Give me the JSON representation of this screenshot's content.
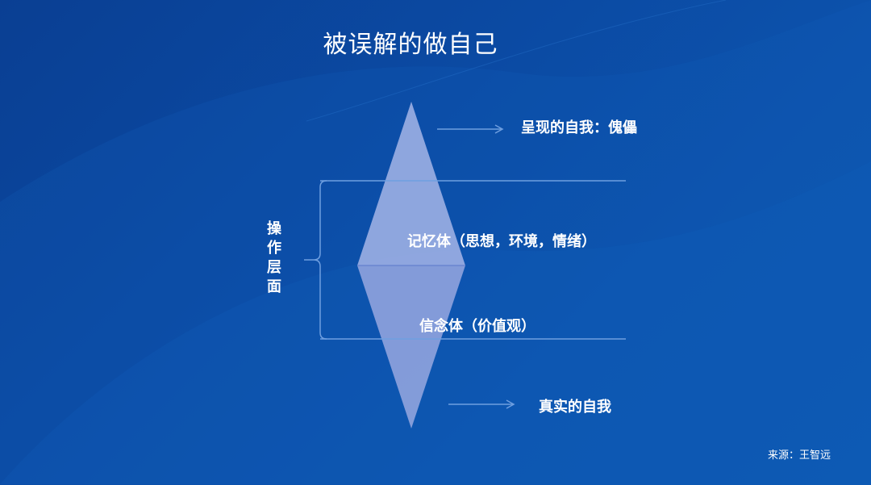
{
  "title": "被误解的做自己",
  "labels": {
    "presented_self": "呈现的自我：傀儡",
    "memory": "记忆体（思想，环境，情绪）",
    "belief": "信念体（价值观）",
    "true_self": "真实的自我"
  },
  "operation_layer": [
    "操",
    "作",
    "层",
    "面"
  ],
  "source": "来源：王智远",
  "colors": {
    "background": "#0b4aa3",
    "diamond": "#8fa3dc",
    "lines": "#6f9fe0"
  }
}
